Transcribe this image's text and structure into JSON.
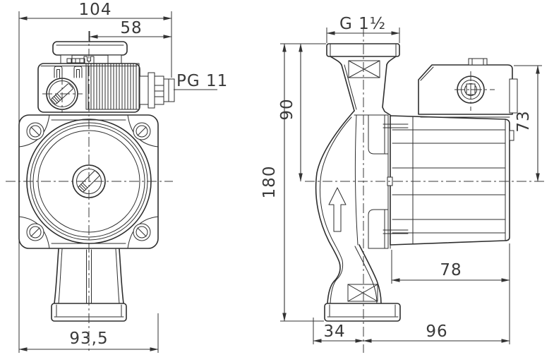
{
  "meta": {
    "type": "technical-dimensional-drawing",
    "subject": "circulator pump, two-view dimension drawing",
    "units": "mm"
  },
  "colors": {
    "background": "#ffffff",
    "line": "#2e2e2e",
    "text": "#3a3a3a"
  },
  "front_view": {
    "labels": {
      "overall_width": "104",
      "axis_to_gland_side": "58",
      "cable_gland": "PG 11",
      "housing_width": "93,5"
    }
  },
  "side_view": {
    "labels": {
      "pipe_thread": "G 1½",
      "flange_to_axis": "90",
      "port_to_port": "180",
      "box_top_to_axis": "73",
      "motor_length": "78",
      "face_to_axis": "34",
      "axis_to_motor_end": "96"
    }
  }
}
